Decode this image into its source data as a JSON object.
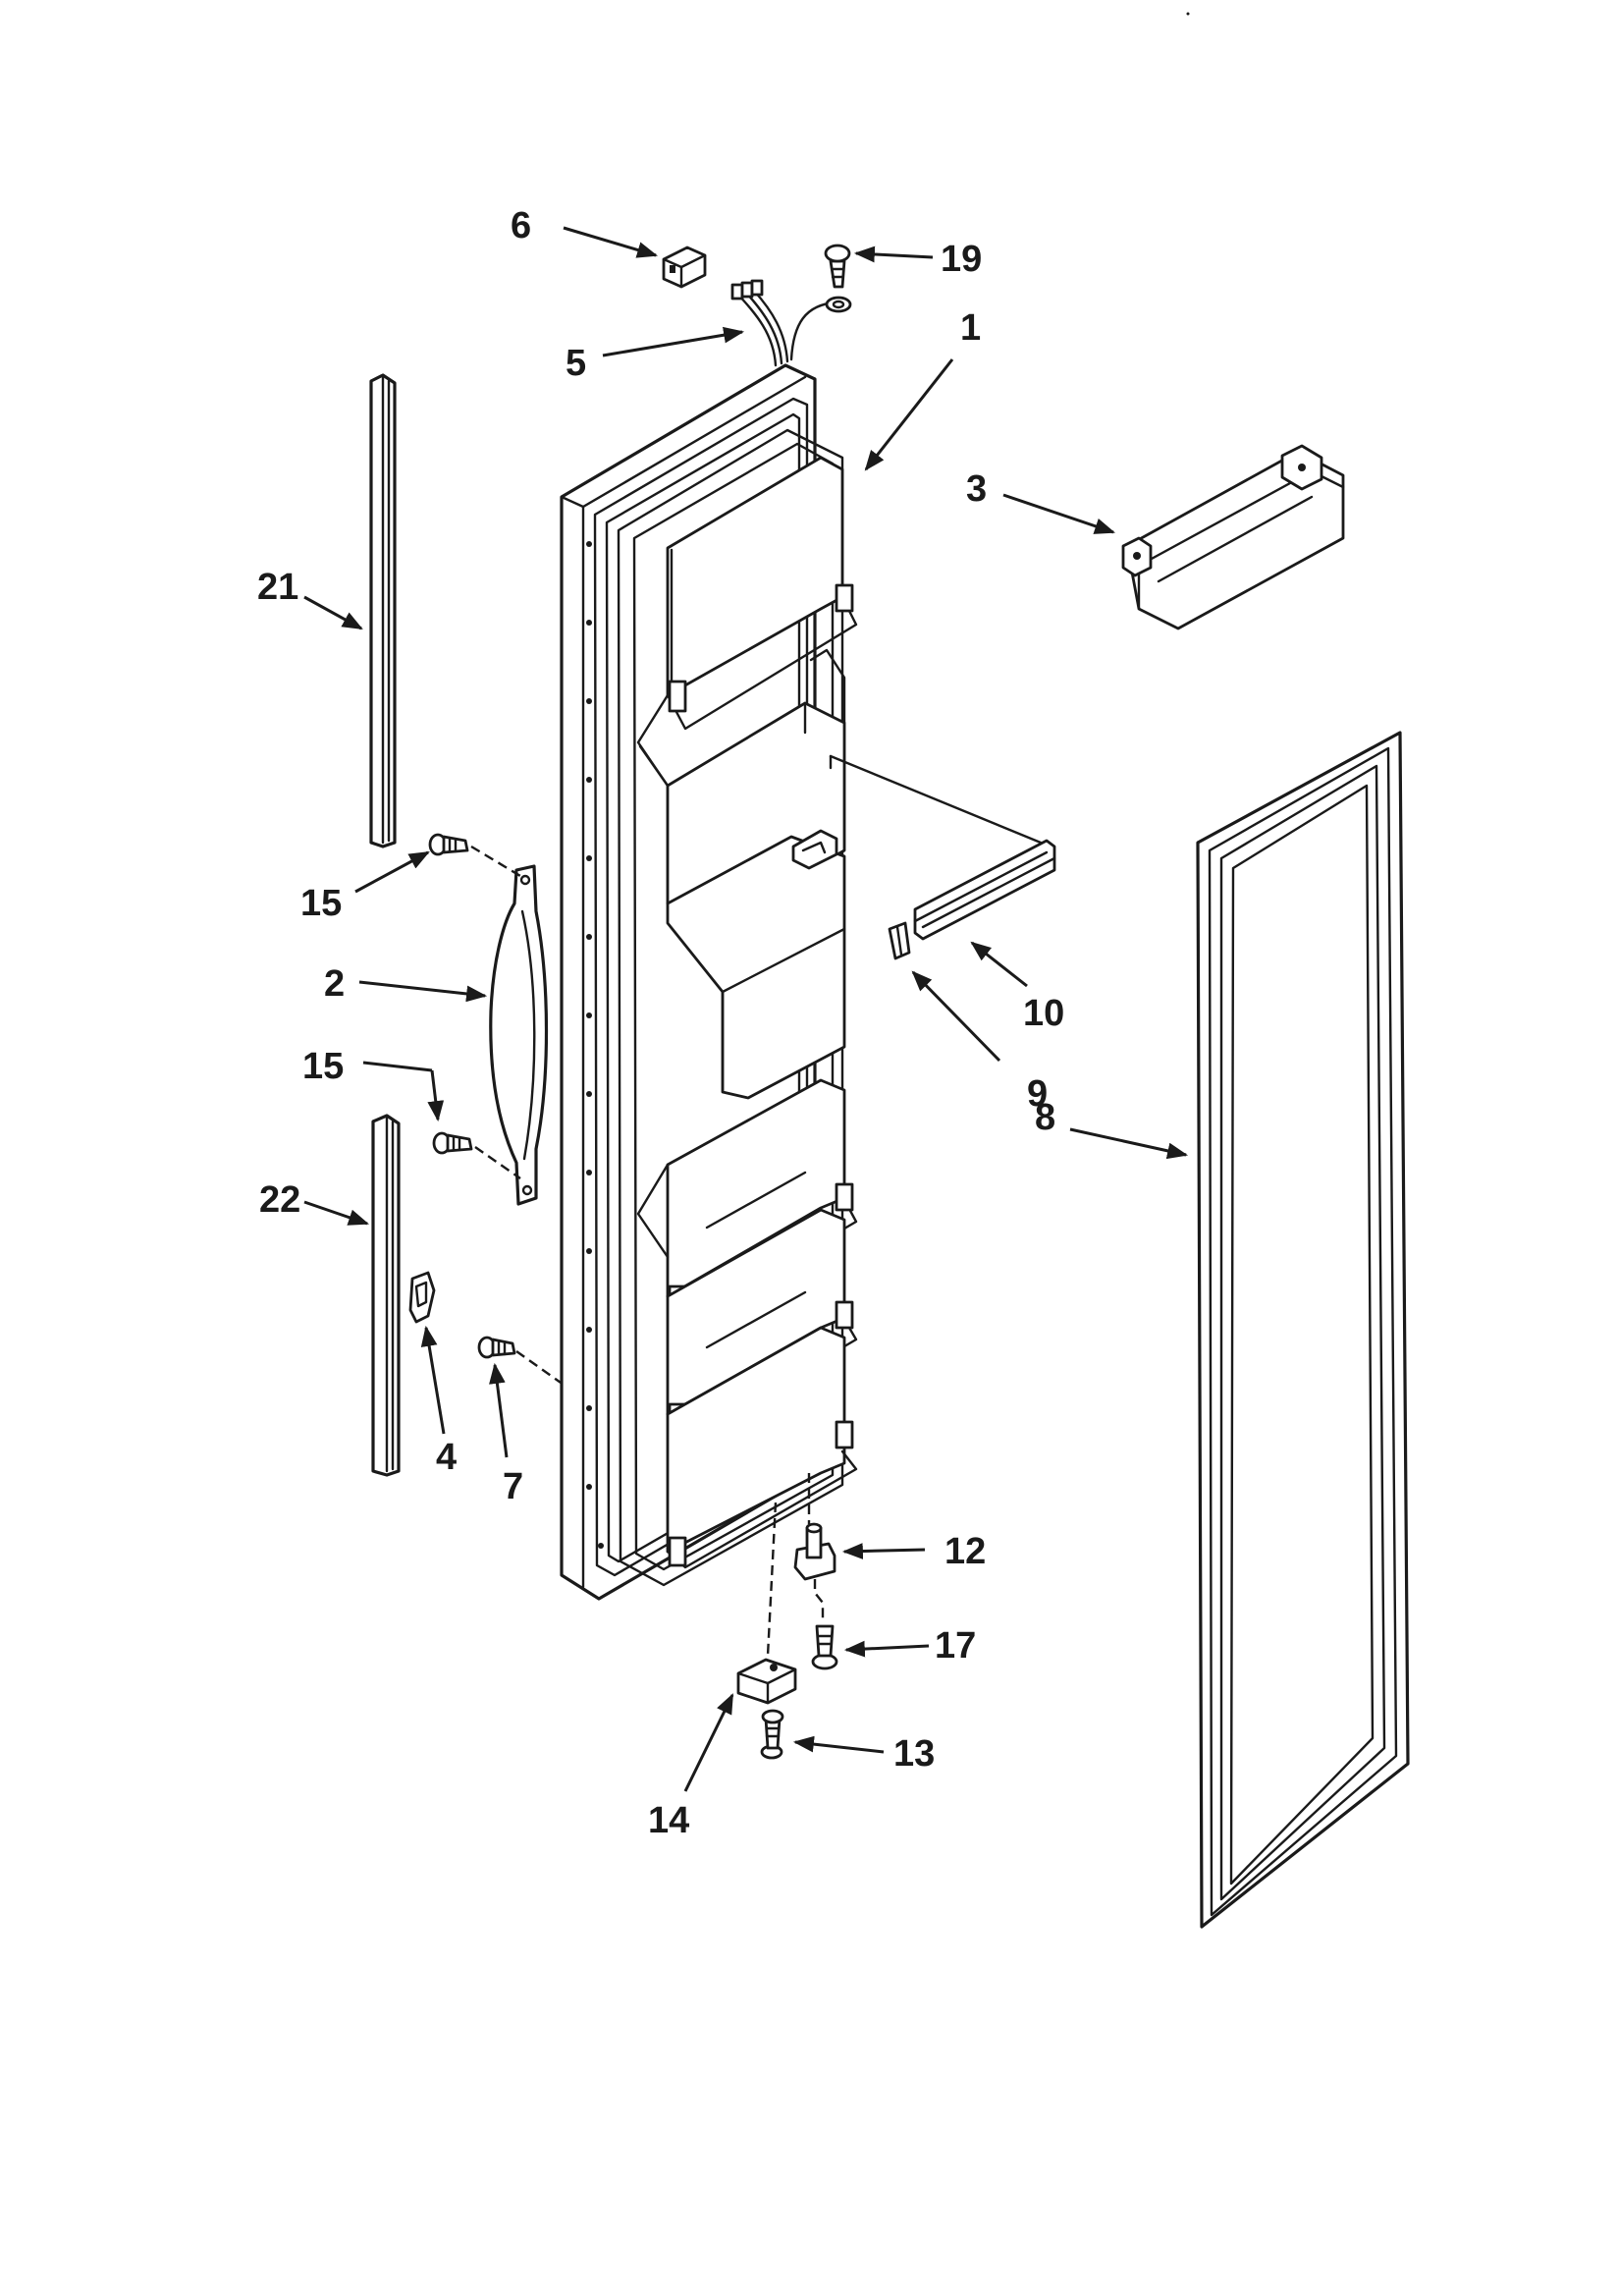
{
  "diagram": {
    "callouts": [
      {
        "id": "c6",
        "label": "6"
      },
      {
        "id": "c19",
        "label": "19"
      },
      {
        "id": "c5",
        "label": "5"
      },
      {
        "id": "c1",
        "label": "1"
      },
      {
        "id": "c3",
        "label": "3"
      },
      {
        "id": "c21",
        "label": "21"
      },
      {
        "id": "c15a",
        "label": "15"
      },
      {
        "id": "c2",
        "label": "2"
      },
      {
        "id": "c15b",
        "label": "15"
      },
      {
        "id": "c22",
        "label": "22"
      },
      {
        "id": "c4",
        "label": "4"
      },
      {
        "id": "c7",
        "label": "7"
      },
      {
        "id": "c10",
        "label": "10"
      },
      {
        "id": "c9",
        "label": "9"
      },
      {
        "id": "c8",
        "label": "8"
      },
      {
        "id": "c12",
        "label": "12"
      },
      {
        "id": "c17",
        "label": "17"
      },
      {
        "id": "c13",
        "label": "13"
      },
      {
        "id": "c14",
        "label": "14"
      }
    ],
    "colors": {
      "ink": "#1a1a1a",
      "paper": "#ffffff"
    }
  }
}
